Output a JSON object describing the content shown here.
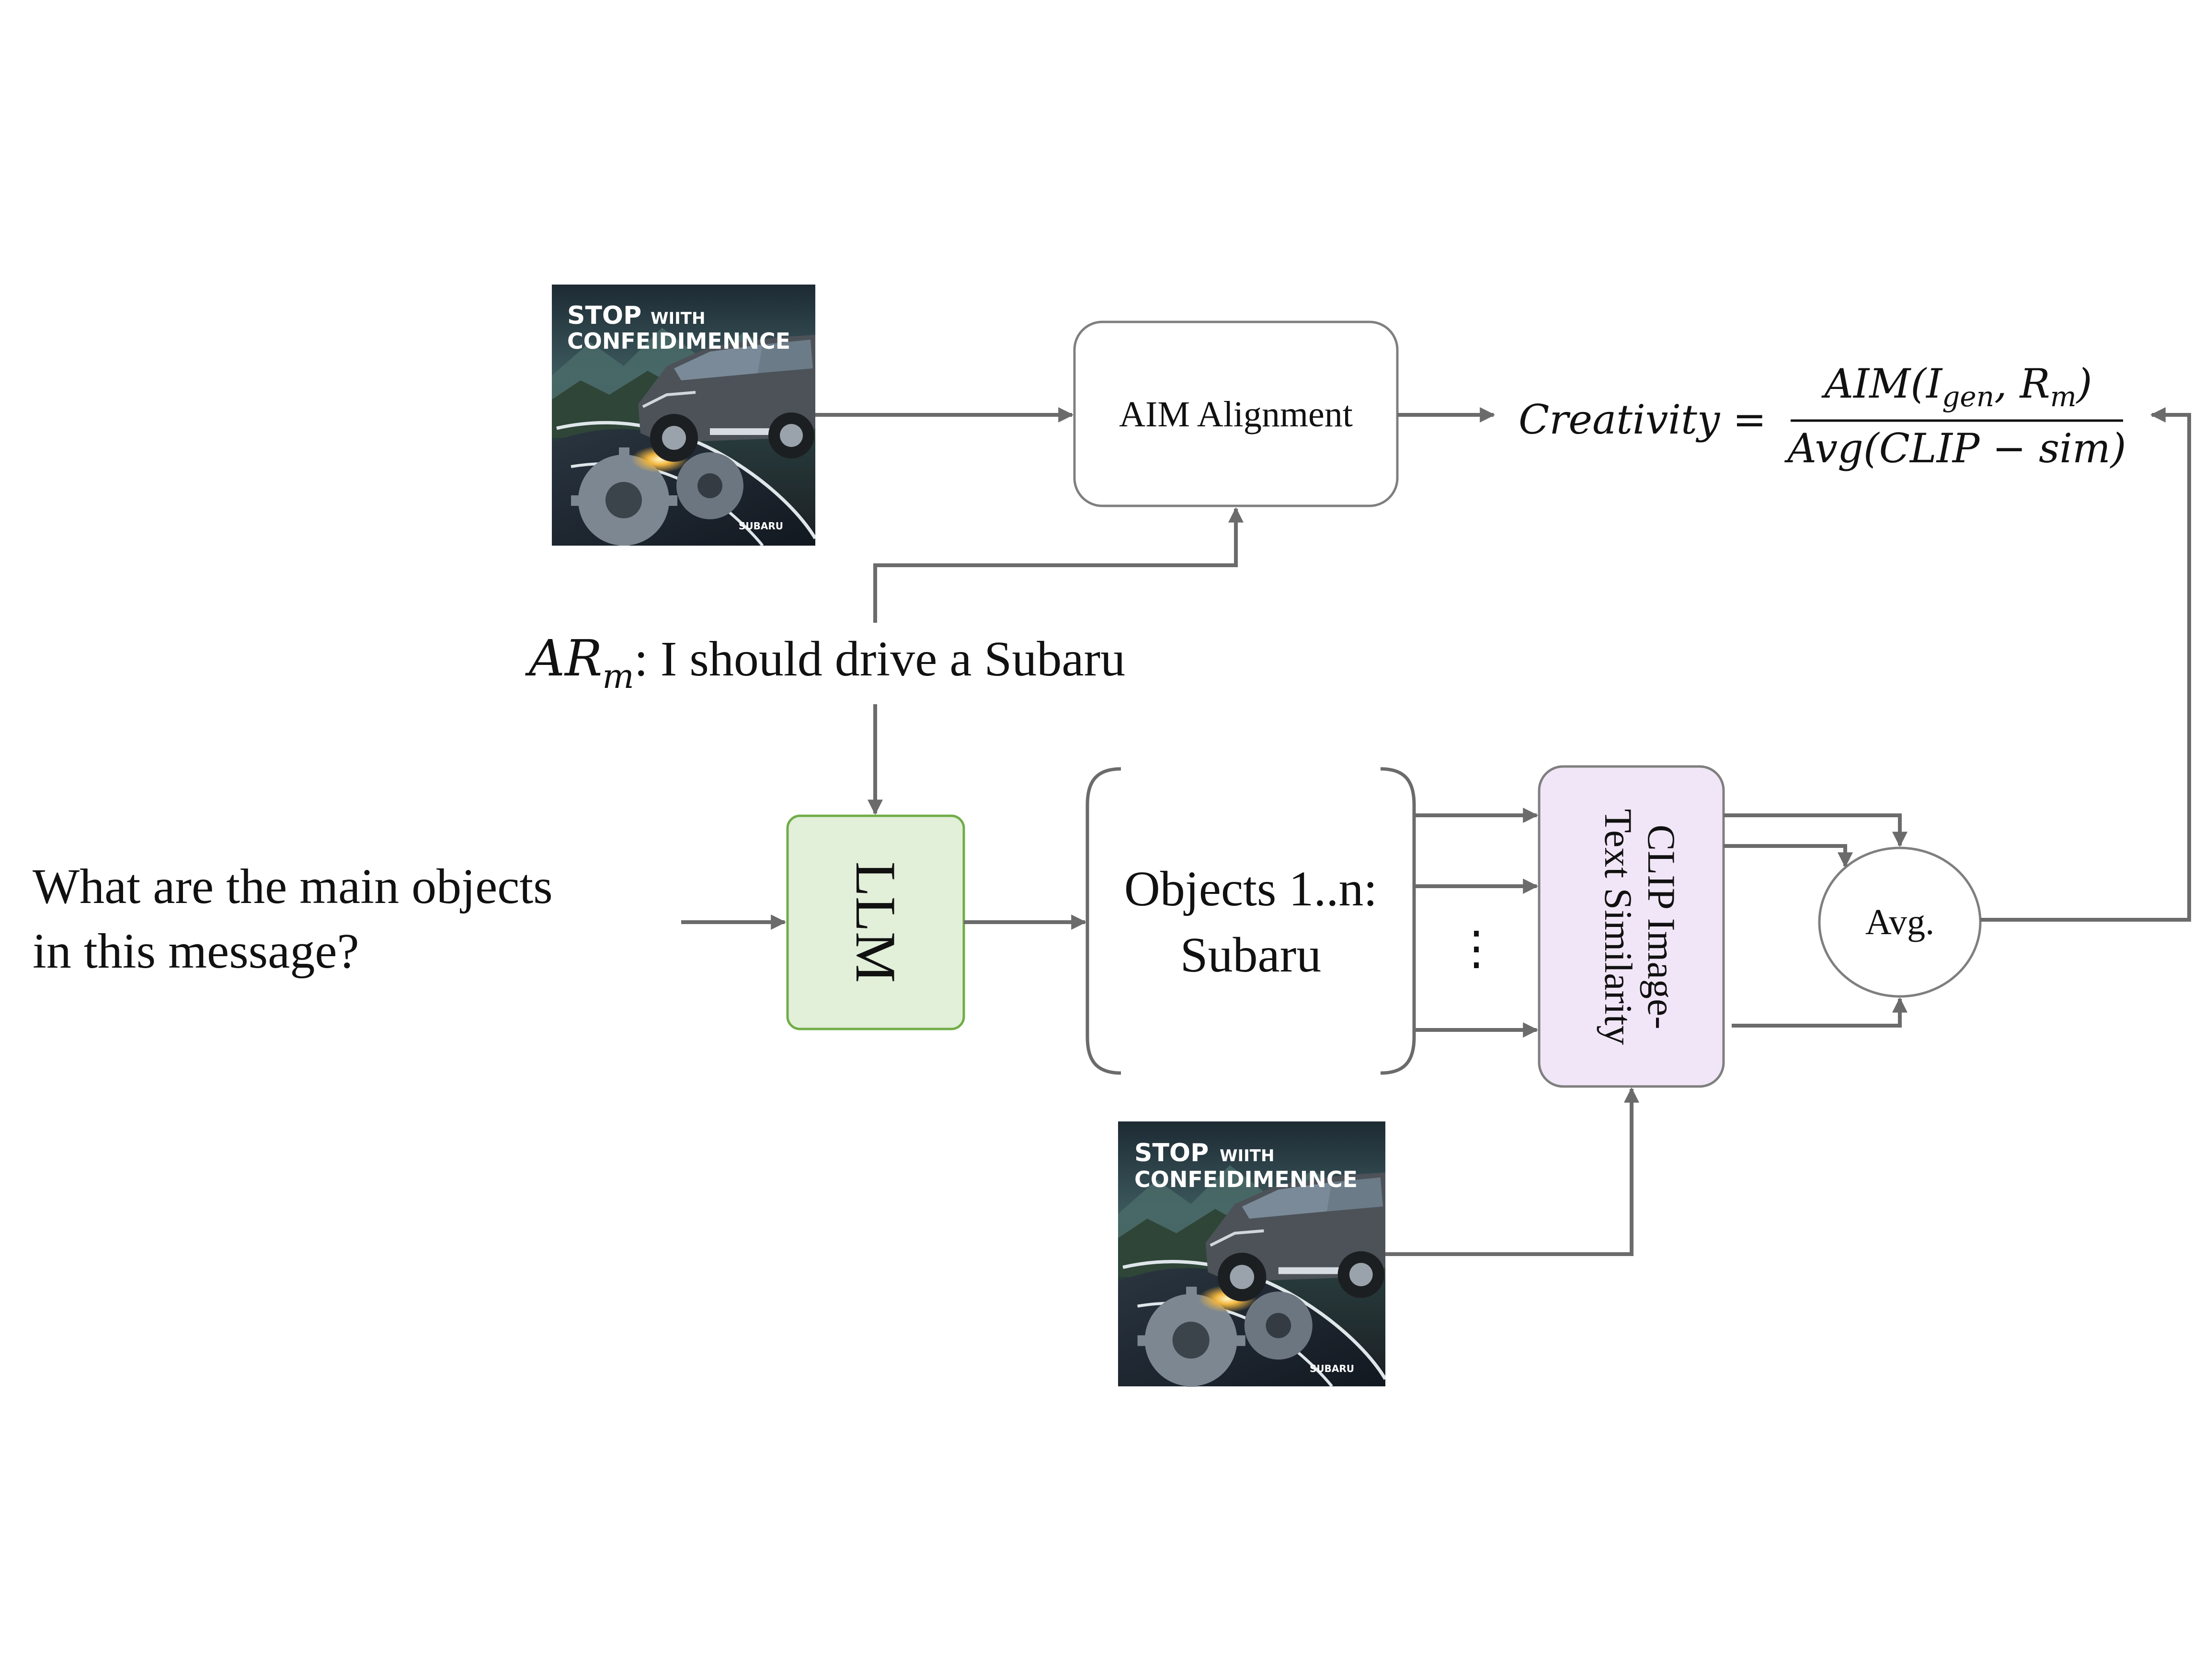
{
  "diagram": {
    "aim_box_label": "AIM Alignment",
    "llm_box_label": "LLM",
    "clip_box_label_line1": "CLIP Image-",
    "clip_box_label_line2": "Text Similarity",
    "avg_node_label": "Avg.",
    "objects_line1": "Objects 1..n:",
    "objects_line2": "Subaru",
    "ellipsis": "⋮",
    "question_line1": "What are the main objects",
    "question_line2": "in this message?",
    "action_reason": {
      "symbol_main": "AR",
      "symbol_sub": "m",
      "text": ": I should drive a Subaru"
    },
    "formula": {
      "lhs": "Creativity =",
      "numerator_main": "AIM",
      "numerator_arg1": "I",
      "numerator_arg1_sub": "gen",
      "numerator_arg2": "R",
      "numerator_arg2_sub": "m",
      "denominator": "Avg(CLIP − sim)"
    },
    "ad_image": {
      "headline_word1": "STOP",
      "headline_word2": "WIITH",
      "headline_line2": "CONFEIDIMENNCE",
      "brand": "SUBARU"
    },
    "colors": {
      "llm_fill": "#e2efd9",
      "llm_stroke": "#70ad47",
      "clip_fill": "#f1e6f7",
      "clip_stroke": "#7f7f7f",
      "wire": "#6b6b6b"
    }
  }
}
